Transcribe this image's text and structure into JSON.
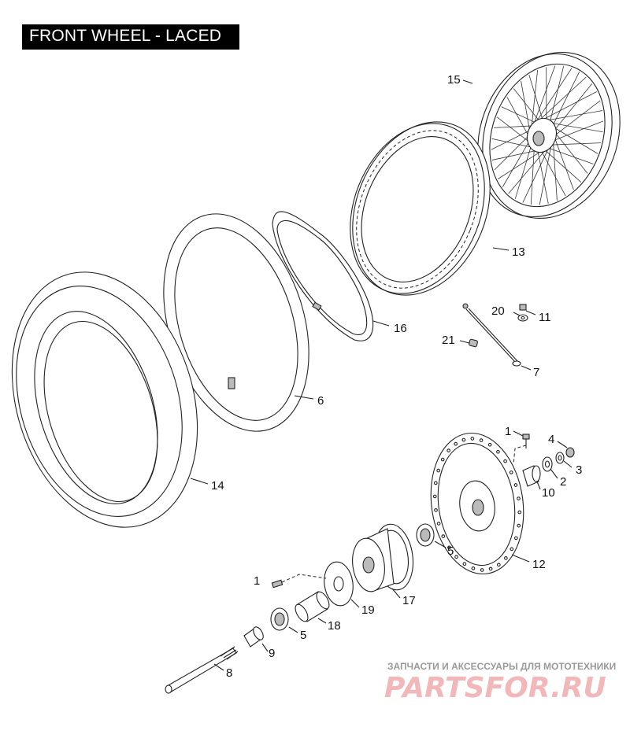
{
  "title": "FRONT WHEEL - LACED",
  "callouts": {
    "c15": "15",
    "c13": "13",
    "c16": "16",
    "c20": "20",
    "c11": "11",
    "c21": "21",
    "c7": "7",
    "c6": "6",
    "c14": "14",
    "c1a": "1",
    "c4": "4",
    "c3": "3",
    "c2": "2",
    "c10": "10",
    "c5a": "5",
    "c12": "12",
    "c17": "17",
    "c19": "19",
    "c1b": "1",
    "c18": "18",
    "c5b": "5",
    "c9": "9",
    "c8": "8"
  },
  "watermark": {
    "tagline": "ЗАПЧАСТИ И АКСЕССУАРЫ ДЛЯ МОТОТЕХНИКИ",
    "logo": "PARTSFOR.RU"
  }
}
